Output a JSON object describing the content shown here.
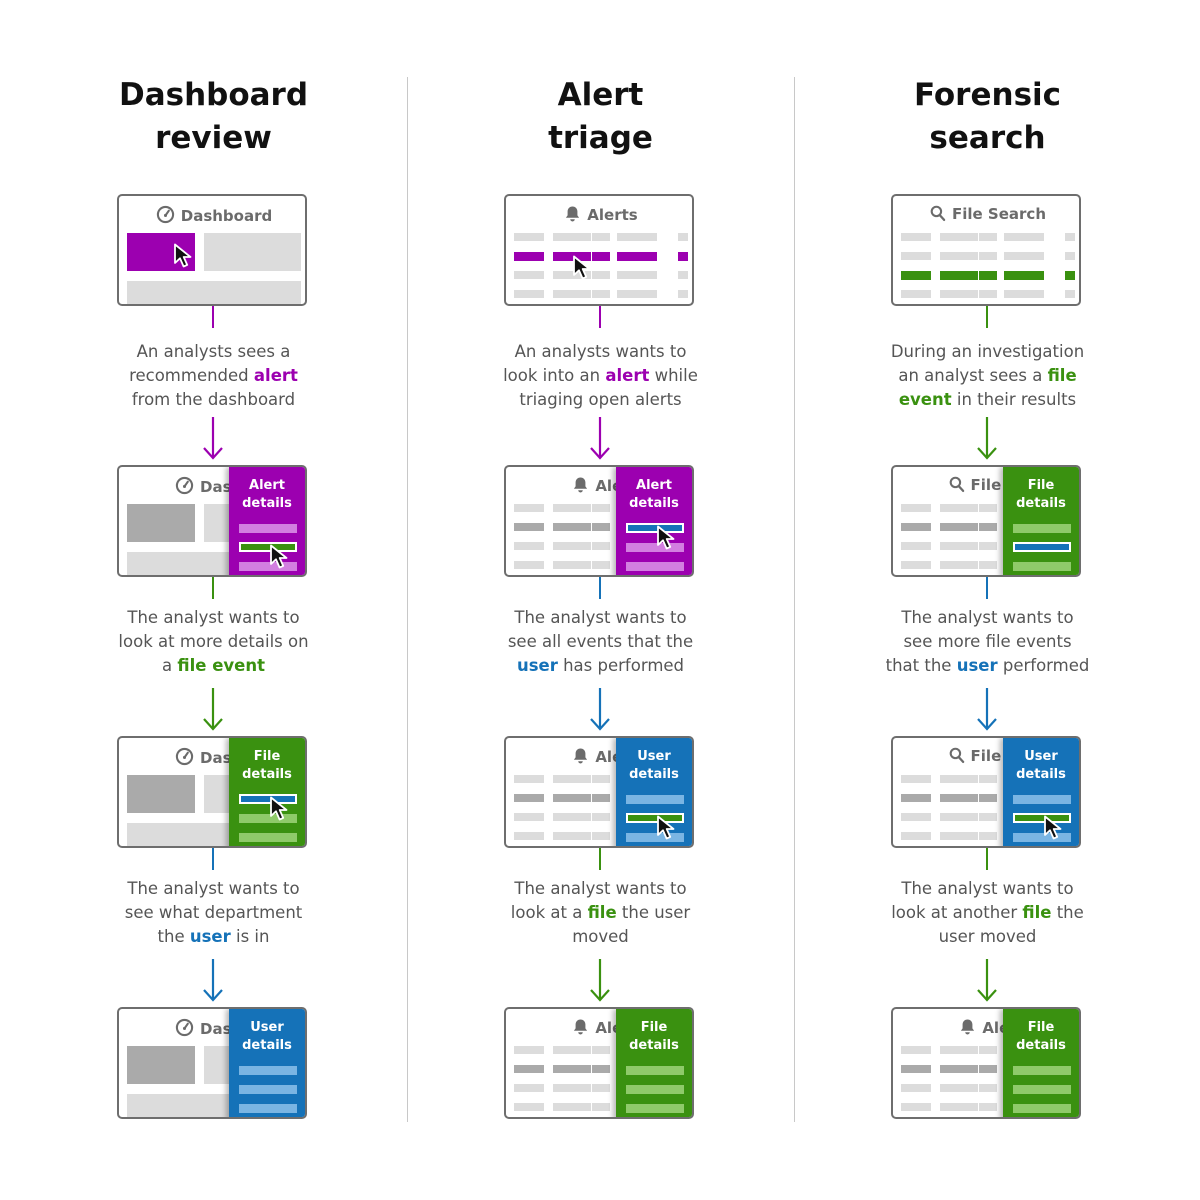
{
  "colors": {
    "alert": "#9c00b0",
    "file": "#3a9110",
    "user": "#1572b8",
    "text": "#555555",
    "title": "#111111",
    "border": "#6e6e6e"
  },
  "columns": [
    {
      "title": "Dashboard\nreview",
      "steps": [
        {
          "header": {
            "icon": "gauge-icon",
            "text": "Dashboard"
          },
          "kind": "dashboard",
          "variant": "base",
          "highlight": "alert"
        },
        {
          "header": {
            "icon": "gauge-icon",
            "text": "Dashb"
          },
          "kind": "dashboard",
          "drawer": {
            "text": "Alert\ndetails",
            "color": "alert",
            "selected": 1,
            "selected_color": "file",
            "cursor": true
          }
        },
        {
          "header": {
            "icon": "gauge-icon",
            "text": "Dashb"
          },
          "kind": "dashboard",
          "drawer": {
            "text": "File\ndetails",
            "color": "file",
            "selected": 0,
            "selected_color": "user",
            "cursor": true
          }
        },
        {
          "header": {
            "icon": "gauge-icon",
            "text": "Dashb"
          },
          "kind": "dashboard",
          "drawer": {
            "text": "User\ndetails",
            "color": "user",
            "selected": null,
            "cursor": false
          }
        }
      ],
      "descriptions": [
        {
          "color": "alert",
          "parts": [
            {
              "t": "An analysts sees a\nrecommended "
            },
            {
              "t": "alert",
              "hl": "alert"
            },
            {
              "t": "\nfrom the dashboard"
            }
          ]
        },
        {
          "color": "file",
          "parts": [
            {
              "t": "The analyst wants to\nlook at more details on\na "
            },
            {
              "t": "file event",
              "hl": "file"
            }
          ]
        },
        {
          "color": "user",
          "parts": [
            {
              "t": "The analyst wants to\nsee what department\nthe "
            },
            {
              "t": "user",
              "hl": "user"
            },
            {
              "t": " is in"
            }
          ]
        }
      ]
    },
    {
      "title": "Alert\ntriage",
      "steps": [
        {
          "header": {
            "icon": "bell-icon",
            "text": "Alerts"
          },
          "kind": "table",
          "variant": "base",
          "highlight": "alert"
        },
        {
          "header": {
            "icon": "bell-icon",
            "text": "Aler"
          },
          "kind": "table",
          "drawer": {
            "text": "Alert\ndetails",
            "color": "alert",
            "selected": 0,
            "selected_color": "user",
            "cursor": true
          }
        },
        {
          "header": {
            "icon": "bell-icon",
            "text": "Aler"
          },
          "kind": "table",
          "drawer": {
            "text": "User\ndetails",
            "color": "user",
            "selected": 1,
            "selected_color": "file",
            "cursor": true
          }
        },
        {
          "header": {
            "icon": "bell-icon",
            "text": "Aler"
          },
          "kind": "table",
          "drawer": {
            "text": "File\ndetails",
            "color": "file",
            "selected": null,
            "cursor": false
          }
        }
      ],
      "descriptions": [
        {
          "color": "alert",
          "parts": [
            {
              "t": "An analysts wants to\nlook into an "
            },
            {
              "t": "alert",
              "hl": "alert"
            },
            {
              "t": " while\ntriaging open alerts"
            }
          ]
        },
        {
          "color": "user",
          "parts": [
            {
              "t": "The analyst wants to\nsee all events that the\n"
            },
            {
              "t": "user",
              "hl": "user"
            },
            {
              "t": " has performed"
            }
          ]
        },
        {
          "color": "file",
          "parts": [
            {
              "t": "The analyst wants to\nlook at a "
            },
            {
              "t": "file",
              "hl": "file"
            },
            {
              "t": " the user\nmoved"
            }
          ]
        }
      ]
    },
    {
      "title": "Forensic\nsearch",
      "steps": [
        {
          "header": {
            "icon": "magnifier-icon",
            "text": "File Search"
          },
          "kind": "table",
          "variant": "base",
          "highlight": "file"
        },
        {
          "header": {
            "icon": "magnifier-icon",
            "text": "File Se"
          },
          "kind": "table",
          "drawer": {
            "text": "File\ndetails",
            "color": "file",
            "selected": 1,
            "selected_color": "user",
            "cursor": false
          }
        },
        {
          "header": {
            "icon": "magnifier-icon",
            "text": "File Se"
          },
          "kind": "table",
          "drawer": {
            "text": "User\ndetails",
            "color": "user",
            "selected": 1,
            "selected_color": "file",
            "cursor": true
          }
        },
        {
          "header": {
            "icon": "bell-icon",
            "text": "Aler"
          },
          "kind": "table",
          "drawer": {
            "text": "File\ndetails",
            "color": "file",
            "selected": null,
            "cursor": false
          }
        }
      ],
      "descriptions": [
        {
          "color": "file",
          "parts": [
            {
              "t": "During an investigation\nan analyst sees a "
            },
            {
              "t": "file\nevent",
              "hl": "file"
            },
            {
              "t": " in their results"
            }
          ]
        },
        {
          "color": "user",
          "parts": [
            {
              "t": "The analyst wants to\nsee more file events\nthat the "
            },
            {
              "t": "user",
              "hl": "user"
            },
            {
              "t": " performed"
            }
          ]
        },
        {
          "color": "file",
          "parts": [
            {
              "t": "The analyst wants to\nlook at another "
            },
            {
              "t": "file",
              "hl": "file"
            },
            {
              "t": " the\nuser moved"
            }
          ]
        }
      ]
    }
  ]
}
